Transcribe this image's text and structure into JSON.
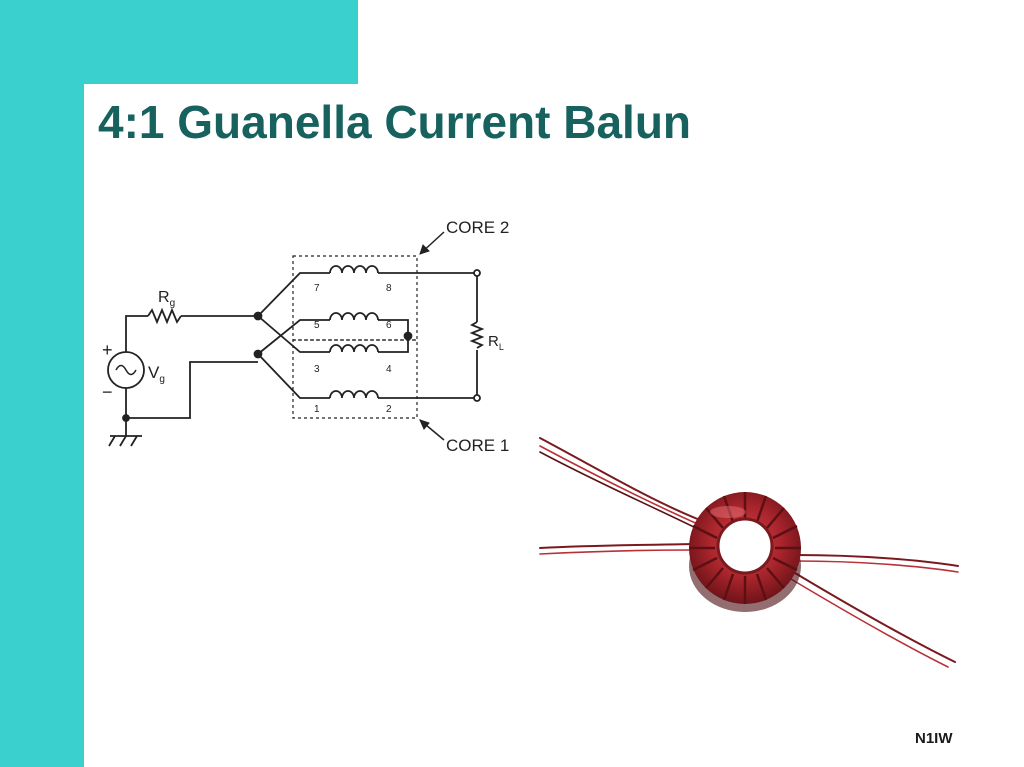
{
  "slide": {
    "title": "4:1 Guanella Current Balun",
    "footer": "N1IW"
  },
  "schematic": {
    "core_top_label": "CORE 2",
    "core_bottom_label": "CORE 1",
    "resistor_g": "R",
    "resistor_g_sub": "g",
    "resistor_l": "R",
    "resistor_l_sub": "L",
    "source": "V",
    "source_sub": "g",
    "plus": "+",
    "minus": "−",
    "pins": [
      "7",
      "8",
      "5",
      "6",
      "3",
      "4",
      "1",
      "2"
    ]
  },
  "colors": {
    "teal_frame": "#3ad0cd",
    "title_text": "#17615f",
    "copper_wire": "#9c1d22"
  }
}
